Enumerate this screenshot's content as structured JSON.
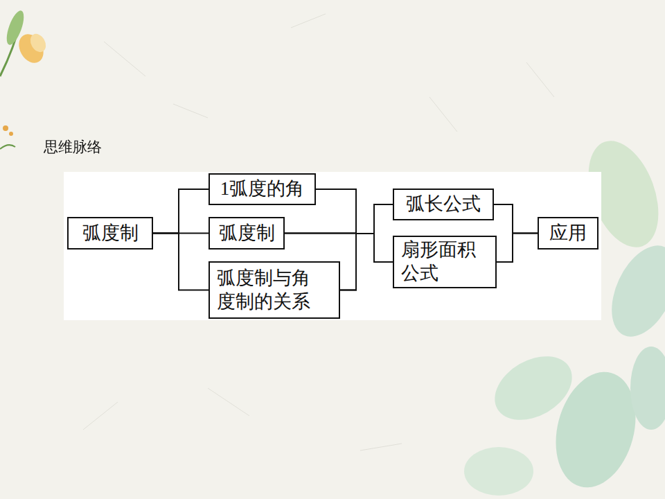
{
  "diagram": {
    "title": "思维脉络",
    "nodes": [
      {
        "text": [
          "弧度制"
        ]
      },
      {
        "text": [
          "1弧度的角"
        ]
      },
      {
        "text": [
          "弧度制"
        ]
      },
      {
        "text": [
          "弧度制与角 度制的关系"
        ]
      },
      {
        "text": [
          "弧长公式"
        ]
      },
      {
        "text": [
          "扇形面积 公式"
        ]
      },
      {
        "text": [
          "应用"
        ]
      }
    ],
    "edges": [
      {
        "from": 0,
        "to": 1,
        "arrow": "none"
      },
      {
        "from": 0,
        "to": 2,
        "arrow": "none"
      },
      {
        "from": 0,
        "to": 3,
        "arrow": "none"
      },
      {
        "from": 1,
        "to": 4,
        "arrow": "none"
      },
      {
        "from": 1,
        "to": 5,
        "arrow": "none"
      },
      {
        "from": 2,
        "to": 4,
        "arrow": "none"
      },
      {
        "from": 2,
        "to": 5,
        "arrow": "none"
      },
      {
        "from": 3,
        "to": 4,
        "arrow": "none"
      },
      {
        "from": 3,
        "to": 5,
        "arrow": "none"
      },
      {
        "from": 4,
        "to": 6,
        "arrow": "none"
      },
      {
        "from": 5,
        "to": 6,
        "arrow": "none"
      }
    ]
  }
}
